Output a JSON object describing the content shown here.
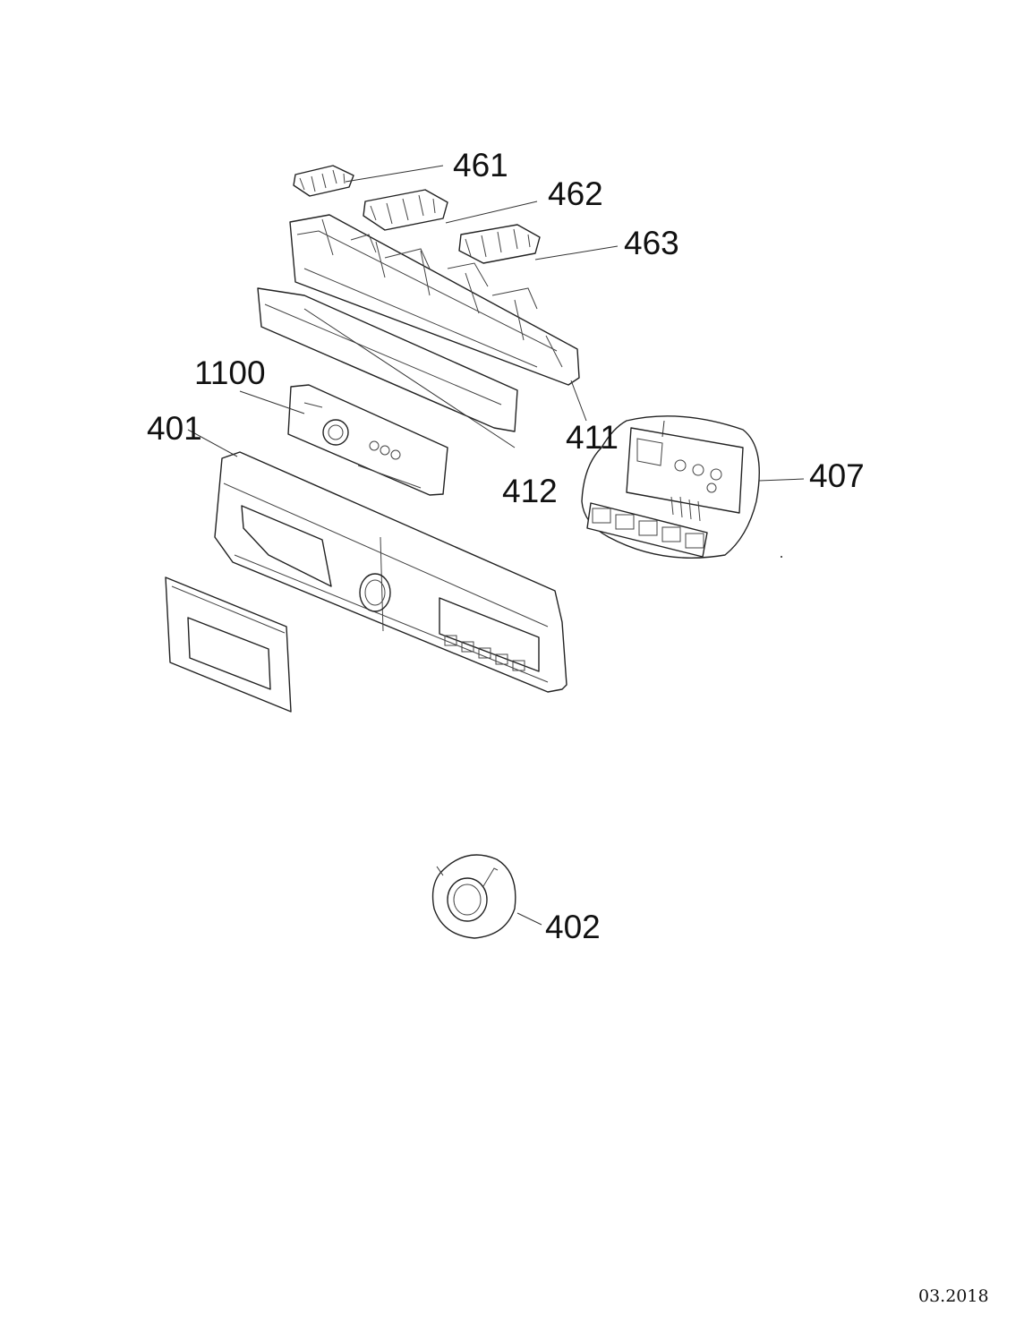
{
  "diagram": {
    "callouts": [
      "461",
      "462",
      "463",
      "1100",
      "401",
      "411",
      "412",
      "407",
      "402"
    ]
  },
  "footer": {
    "date": "03.2018"
  }
}
